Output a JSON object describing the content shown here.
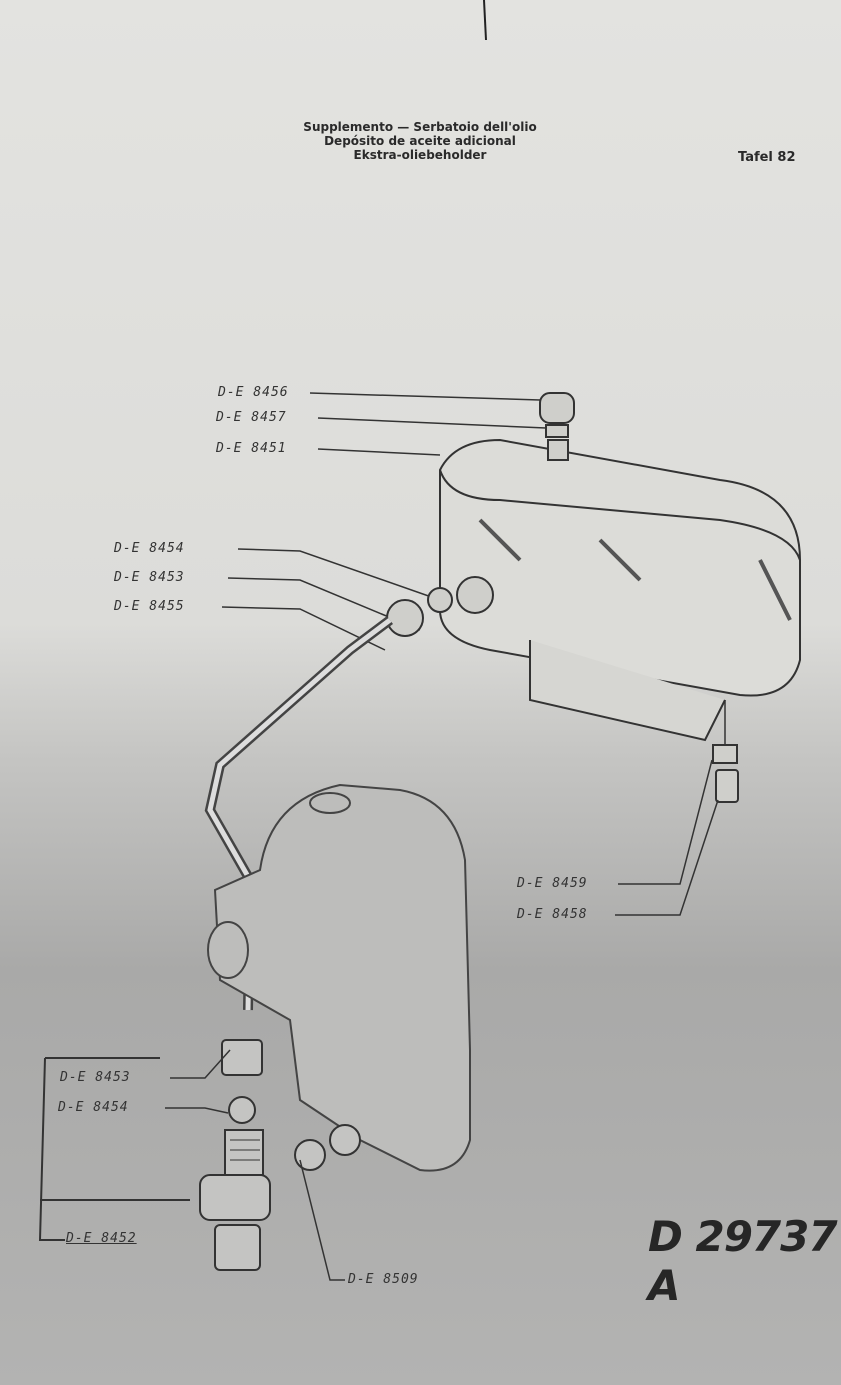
{
  "header": {
    "title_lines": [
      "Supplemento — Serbatoio dell'olio",
      "Depósito de aceite adicional",
      "Ekstra-oliebeholder"
    ],
    "plate": "Tafel 82"
  },
  "labels": {
    "cap": "D-E 8456",
    "cap_gasket": "D-E 8457",
    "tank": "D-E 8451",
    "upper_washer": "D-E 8454",
    "upper_nut_small": "D-E 8453",
    "upper_union_nut": "D-E 8455",
    "drain_washer": "D-E 8459",
    "drain_plug": "D-E 8458",
    "lower_nut": "D-E 8453",
    "lower_washer": "D-E 8454",
    "valve_assembly": "D-E 8452",
    "banjo_bolt": "D-E 8509"
  },
  "drawing_number": "D 29737 A"
}
